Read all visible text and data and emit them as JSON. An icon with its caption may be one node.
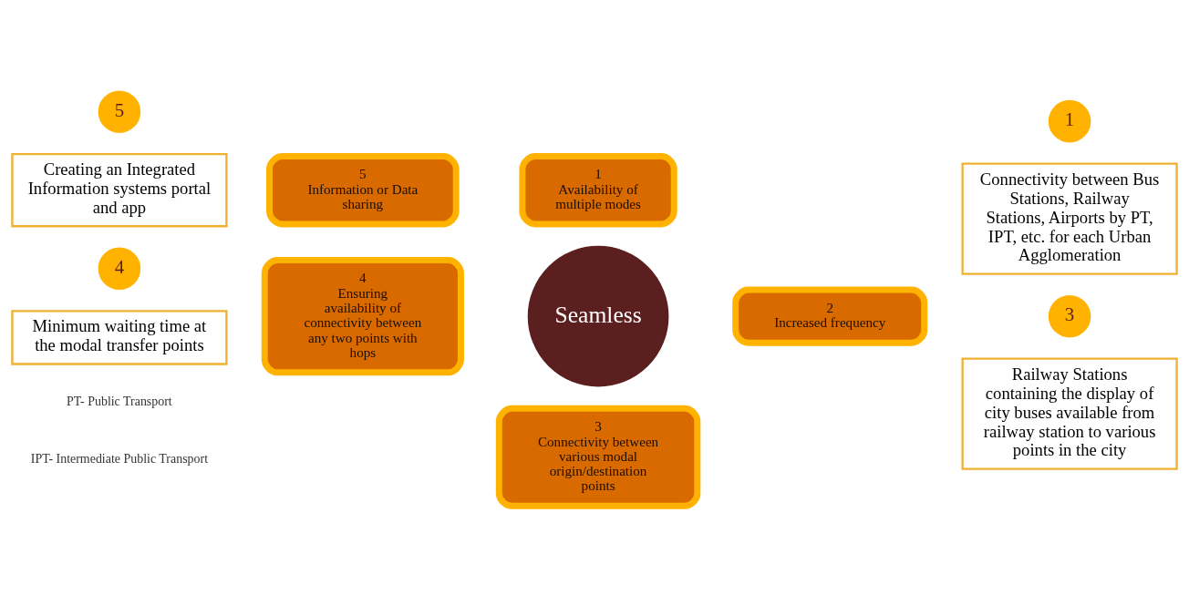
{
  "diagram": {
    "nodes": [
      {
        "text": [
          "Seamless"
        ]
      },
      {
        "text": [
          "1",
          "Availability of multiple modes"
        ]
      },
      {
        "text": [
          "2",
          "Increased frequency"
        ]
      },
      {
        "text": [
          "3",
          "Connectivity between various modal origin/destination points"
        ]
      },
      {
        "text": [
          "4",
          "Ensuring availability of connectivity between any two points with hops"
        ]
      },
      {
        "text": [
          "5",
          "Information or Data sharing"
        ]
      },
      {
        "text": [
          "5"
        ]
      },
      {
        "text": [
          "Creating an Integrated Information systems portal and app"
        ]
      },
      {
        "text": [
          "4"
        ]
      },
      {
        "text": [
          "Minimum waiting time at the modal transfer points"
        ]
      },
      {
        "text": [
          "1"
        ]
      },
      {
        "text": [
          "Connectivity between Bus Stations, Railway Stations, Airports by PT, IPT, etc. for each Urban Agglomeration"
        ]
      },
      {
        "text": [
          "3"
        ]
      },
      {
        "text": [
          "Railway Stations containing the display of city buses available from railway station to various points in the city"
        ]
      }
    ],
    "edges": [],
    "labels": [
      "PT- Public Transport",
      "IPT- Intermediate Public Transport"
    ]
  }
}
